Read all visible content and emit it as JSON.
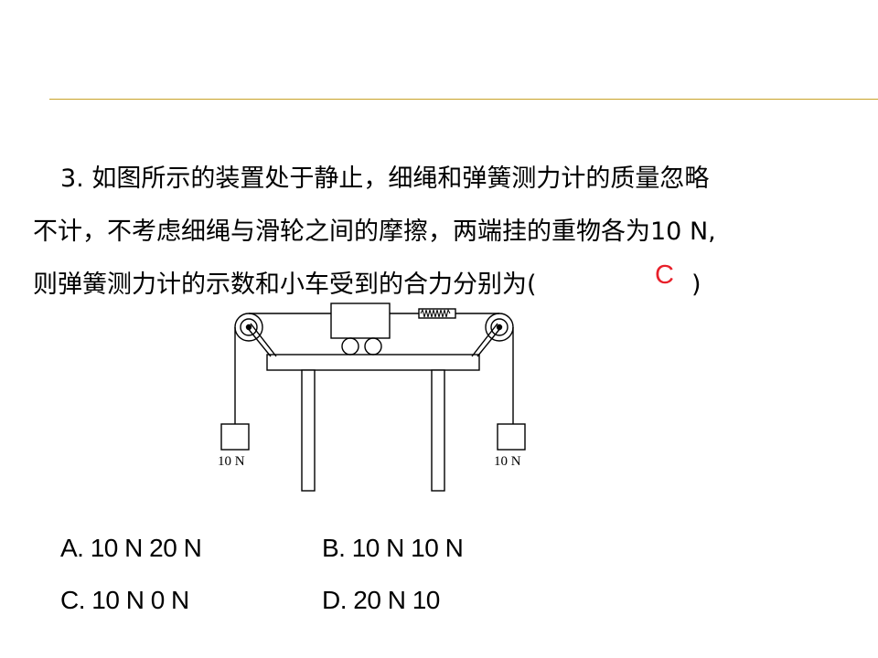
{
  "question": {
    "line1": "3.  如图所示的装置处于静止，细绳和弹簧测力计的质量忽略",
    "line2": "不计，不考虑细绳与滑轮之间的摩擦，两端挂的重物各为10  N,",
    "line3": "则弹簧测力计的示数和小车受到的合力分别为(",
    "close_paren": ")",
    "answer": "C"
  },
  "diagram": {
    "left_weight_label": "10 N",
    "right_weight_label": "10 N"
  },
  "options": {
    "a": "A.  10  N   20  N",
    "b": "B.  10  N   10  N",
    "c": "C.  10  N   0  N",
    "d": "D.  20  N   10"
  },
  "colors": {
    "header_rule": "#c9a227",
    "answer": "#e8202a",
    "text": "#000000"
  }
}
